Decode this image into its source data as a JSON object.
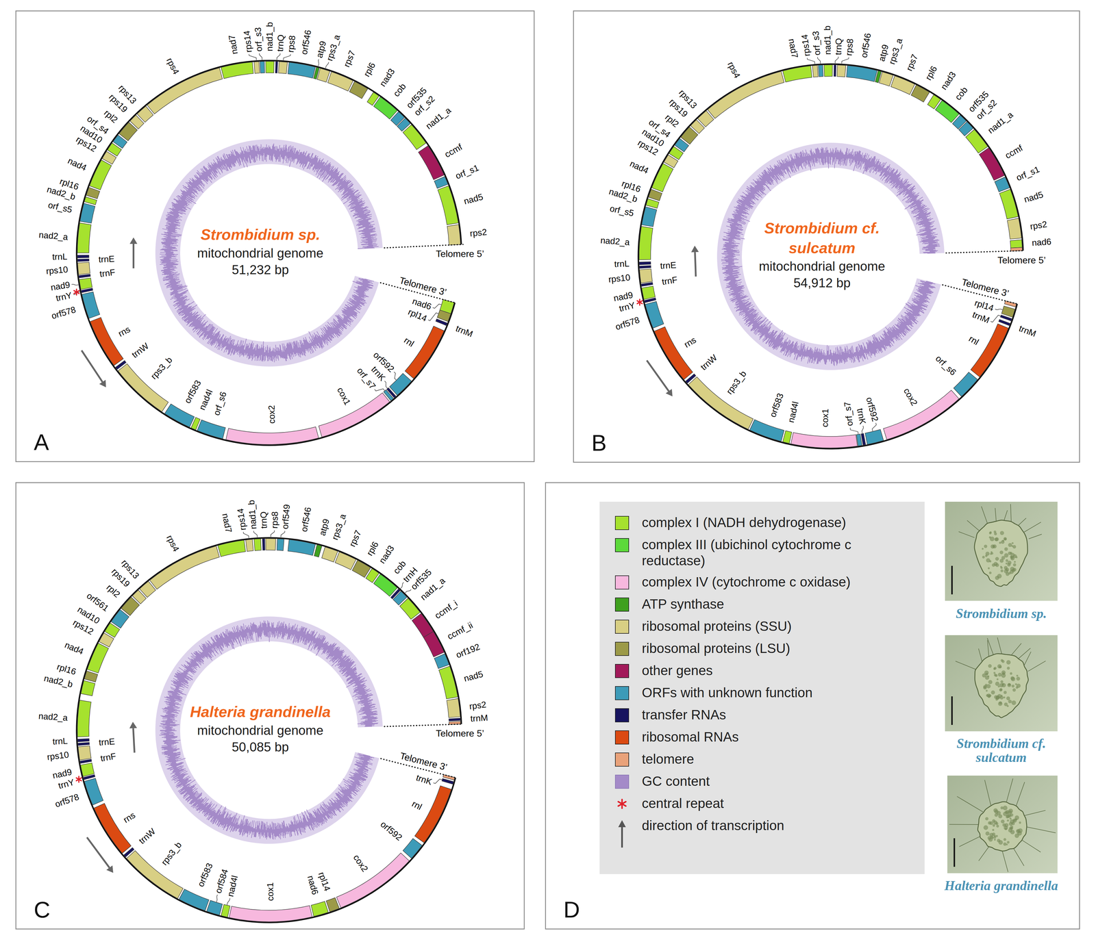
{
  "diagram": {
    "nodes": [
      {
        "text": [
          "A"
        ]
      },
      {
        "text": [
          "B"
        ]
      },
      {
        "text": [
          "C"
        ]
      },
      {
        "text": [
          "D"
        ]
      }
    ],
    "labels": [
      "nad6",
      "rpl14",
      "trnM",
      "rnl",
      "orf592",
      "trnK",
      "orf_s7",
      "cox1",
      "cox2",
      "orf_s6",
      "nad4l",
      "orf583",
      "rps3_b",
      "trnW",
      "rns",
      "orf578",
      "trnY",
      "nad9",
      "trnF",
      "rps10",
      "trnE",
      "trnL",
      "nad2_a",
      "orf_s5",
      "nad2_b",
      "rpl16",
      "nad4",
      "rps12",
      "nad10",
      "orf_s4",
      "rpl2",
      "rps19",
      "rps13",
      "rps4",
      "nad7",
      "rps14",
      "orf_s3",
      "nad1_b",
      "trnQ",
      "rps8",
      "orf546",
      "atp9",
      "rps3_a",
      "rps7",
      "rpl6",
      "nad3",
      "cob",
      "orf535",
      "orf_s2",
      "nad1_a",
      "ccmf",
      "orf_s1",
      "nad5",
      "rps2",
      "Telomere 5’",
      "Telomere 3’",
      "Strombidium sp.",
      "mitochondrial genome",
      "51,232 bp",
      "rpl14",
      "trnM",
      "trnM",
      "rnl",
      "orf_s6",
      "cox2",
      "orf592",
      "trnK",
      "orf_s7",
      "cox1",
      "nad4l",
      "orf583",
      "rps3_b",
      "trnW",
      "rns",
      "orf578",
      "trnY",
      "nad9",
      "trnF",
      "rps10",
      "trnE",
      "trnL",
      "nad2_a",
      "orf_s5",
      "nad2_b",
      "rpl16",
      "nad4",
      "rps12",
      "nad10",
      "orf_s4",
      "rpl2",
      "rps19",
      "rps13",
      "rps4",
      "nad7",
      "rps14",
      "orf_s3",
      "nad1_b",
      "trnQ",
      "rps8",
      "orf546",
      "atp9",
      "rps3_a",
      "rps7",
      "rpl6",
      "nad3",
      "cob",
      "orf535",
      "orf_s2",
      "nad1_a",
      "ccmf",
      "orf_s1",
      "nad5",
      "rps2",
      "nad6",
      "Telomere 5’",
      "Telomere 3’",
      "Strombidium cf. sulcatum",
      "mitochondrial genome",
      "54,912 bp",
      "trnK",
      "rnl",
      "orf592",
      "cox2",
      "rpl14",
      "nad6",
      "cox1",
      "nad4l",
      "orf584",
      "orf583",
      "rps3_b",
      "trnW",
      "rns",
      "orf578",
      "trnY",
      "nad9",
      "trnF",
      "rps10",
      "trnE",
      "trnL",
      "nad2_a",
      "nad2_b",
      "rpl16",
      "nad4",
      "rps12",
      "nad10",
      "orf561",
      "rpl2",
      "rps19",
      "rps13",
      "rps4",
      "nad7",
      "rps14",
      "nad1_b",
      "trnQ",
      "rps8",
      "orf549",
      "orf546",
      "atp9",
      "rps3_a",
      "rps7",
      "rpl6",
      "nad3",
      "cob",
      "trnH",
      "orf535",
      "nad1_a",
      "ccmf_i",
      "ccmf_ii",
      "orf192",
      "nad5",
      "rps2",
      "trnM",
      "Telomere 5’",
      "Telomere 3’",
      "Halteria grandinella",
      "mitochondrial genome",
      "50,085 bp",
      "Strombidium sp.",
      "Strombidium cf. sulcatum",
      "Halteria grandinella"
    ],
    "legend": [
      {
        "text": "complex I (NADH dehydrogenase)",
        "color": "#a6e22e"
      },
      {
        "text": "complex III (ubichinol cytochrome c reductase)",
        "color": "#5cd93a"
      },
      {
        "text": "complex IV (cytochrome c oxidase)",
        "color": "#f7b8de"
      },
      {
        "text": "ATP synthase",
        "color": "#3fa01e"
      },
      {
        "text": "ribosomal proteins (SSU)",
        "color": "#d8cf84"
      },
      {
        "text": "ribosomal proteins (LSU)",
        "color": "#9c9a48"
      },
      {
        "text": "other genes",
        "color": "#a21a5a"
      },
      {
        "text": "ORFs with unknown function",
        "color": "#3d9bb8"
      },
      {
        "text": "transfer RNAs",
        "color": "#17145f"
      },
      {
        "text": "ribosomal RNAs",
        "color": "#db4a12"
      },
      {
        "text": "telomere",
        "color": "#e9a27a"
      },
      {
        "text": "GC content",
        "color": "#a48ac8"
      },
      {
        "text": "central repeat"
      },
      {
        "text": "direction of transcription"
      }
    ]
  }
}
